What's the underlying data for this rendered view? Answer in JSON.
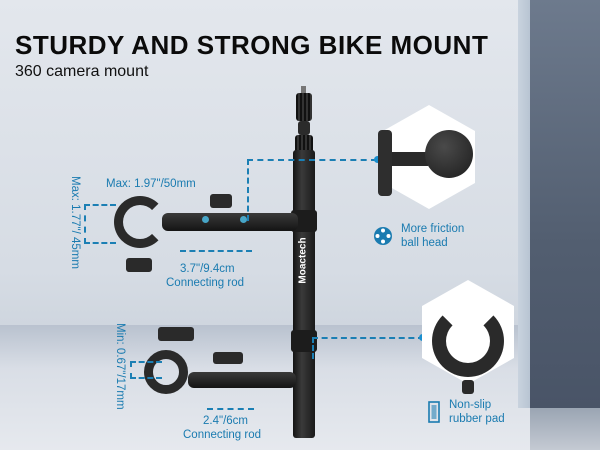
{
  "header": {
    "title": "STURDY AND STRONG BIKE MOUNT",
    "subtitle": "360 camera mount"
  },
  "product": {
    "brand": "Moactech"
  },
  "upper_clamp": {
    "max_opening": "Max: 1.97\"/50mm",
    "max_diameter": "Max: 1.77\"/ 45mm",
    "rod_length": "3.7\"/9.4cm",
    "rod_label": "Connecting rod"
  },
  "lower_clamp": {
    "min_diameter": "Min: 0.67\"/17mm",
    "rod_length": "2.4\"/6cm",
    "rod_label": "Connecting rod"
  },
  "features": [
    {
      "icon": "ball-head-icon",
      "line1": "More friction",
      "line2": "ball head"
    },
    {
      "icon": "rubber-pad-icon",
      "line1": "Non-slip",
      "line2": "rubber pad"
    }
  ],
  "colors": {
    "accent": "#1a7bb0",
    "title": "#0b0b0b",
    "wall": "#525e70"
  }
}
